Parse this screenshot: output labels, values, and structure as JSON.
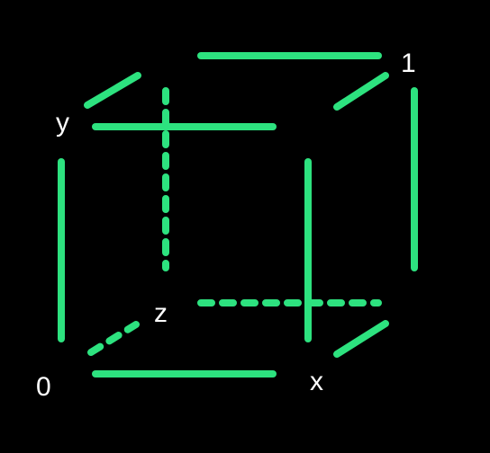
{
  "colors": {
    "background": "#000000",
    "edge": "#2de27f",
    "label": "#ffffff"
  },
  "labels": {
    "origin": "0",
    "x": "x",
    "y": "y",
    "z": "z",
    "one": "1"
  }
}
